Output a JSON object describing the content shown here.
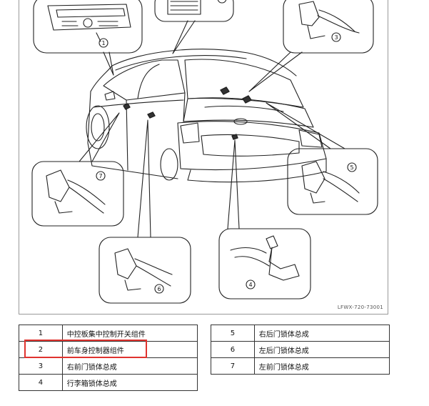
{
  "figure": {
    "id": "LFWX-720-73001",
    "callouts": [
      "1",
      "3",
      "5",
      "7",
      "6",
      "4"
    ]
  },
  "legend_left": [
    {
      "num": "1",
      "name": "中控板集中控制开关组件"
    },
    {
      "num": "2",
      "name": "前车身控制器组件"
    },
    {
      "num": "3",
      "name": "右前门锁体总成"
    },
    {
      "num": "4",
      "name": "行李箱锁体总成"
    }
  ],
  "legend_right": [
    {
      "num": "5",
      "name": "右后门锁体总成"
    },
    {
      "num": "6",
      "name": "左后门锁体总成"
    },
    {
      "num": "7",
      "name": "左前门锁体总成"
    }
  ],
  "highlight_color": "#e0332f"
}
